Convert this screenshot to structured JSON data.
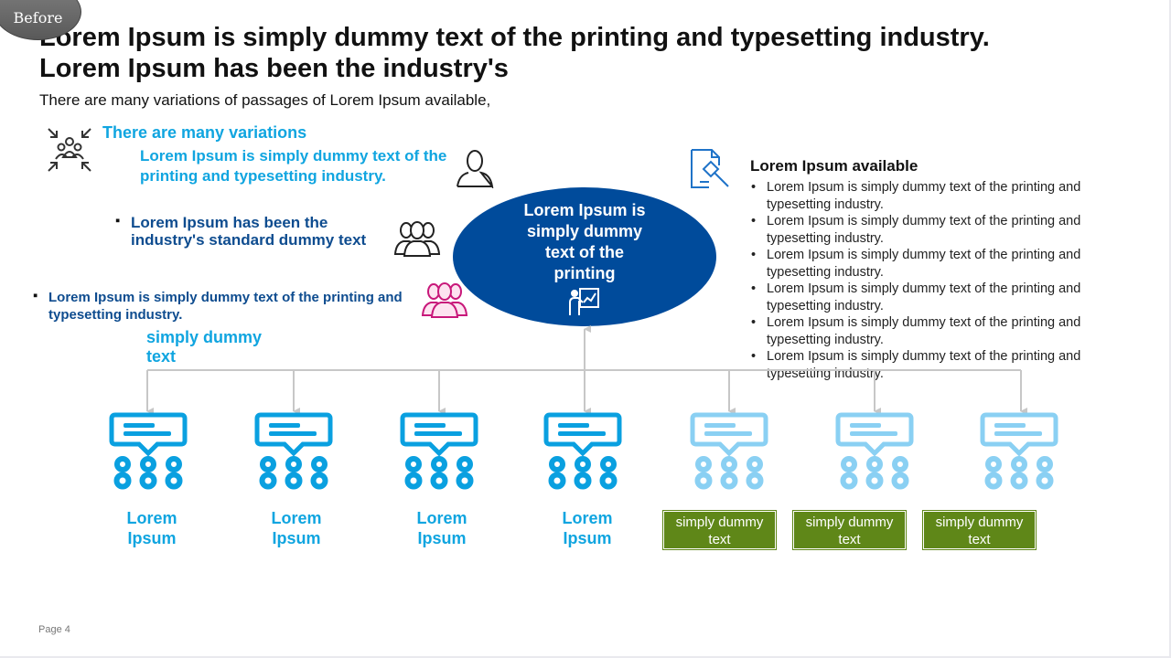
{
  "badge": "Before",
  "title": {
    "line1": "Lorem Ipsum is simply dummy text of the printing and typesetting industry.",
    "line2": "Lorem Ipsum has been the industry's"
  },
  "subtitle": "There are many variations of passages of Lorem Ipsum available,",
  "left_items": {
    "heading": "There are many variations",
    "item1": "Lorem Ipsum is simply dummy text of the printing and typesetting industry.",
    "item2": "Lorem Ipsum has been the industry's standard dummy text",
    "item3": "Lorem Ipsum is simply dummy text of the printing and typesetting industry.",
    "item4": "simply dummy text"
  },
  "center": {
    "text": "Lorem Ipsum is simply dummy text of the printing"
  },
  "right_list": {
    "heading": "Lorem Ipsum available",
    "bullets": [
      "Lorem Ipsum is simply dummy text of the printing and typesetting industry.",
      "Lorem Ipsum is simply dummy text of the printing and typesetting industry.",
      "Lorem Ipsum is simply dummy text of the printing and typesetting industry.",
      "Lorem Ipsum is simply dummy text of the printing and typesetting industry.",
      "Lorem Ipsum is simply dummy text of the printing and typesetting industry.",
      "Lorem Ipsum is simply dummy text of the printing and typesetting industry."
    ]
  },
  "nodes": [
    {
      "label": "Lorem Ipsum",
      "icon": "chat-group-icon",
      "color": "#0aa0e0"
    },
    {
      "label": "Lorem Ipsum",
      "icon": "chat-group-icon",
      "color": "#0aa0e0"
    },
    {
      "label": "Lorem Ipsum",
      "icon": "chat-group-icon",
      "color": "#0aa0e0"
    },
    {
      "label": "Lorem Ipsum",
      "icon": "chat-group-icon",
      "color": "#0aa0e0"
    },
    {
      "label": "simply dummy text",
      "icon": "chat-group-icon",
      "color": "#8ad0f3"
    },
    {
      "label": "simply dummy text",
      "icon": "chat-group-icon",
      "color": "#8ad0f3"
    },
    {
      "label": "simply dummy text",
      "icon": "chat-group-icon",
      "color": "#8ad0f3"
    }
  ],
  "colors": {
    "accent": "#10a5e0",
    "navy": "#004b9b",
    "green": "#5f8718",
    "magenta": "#c8187a"
  },
  "page": "Page 4"
}
